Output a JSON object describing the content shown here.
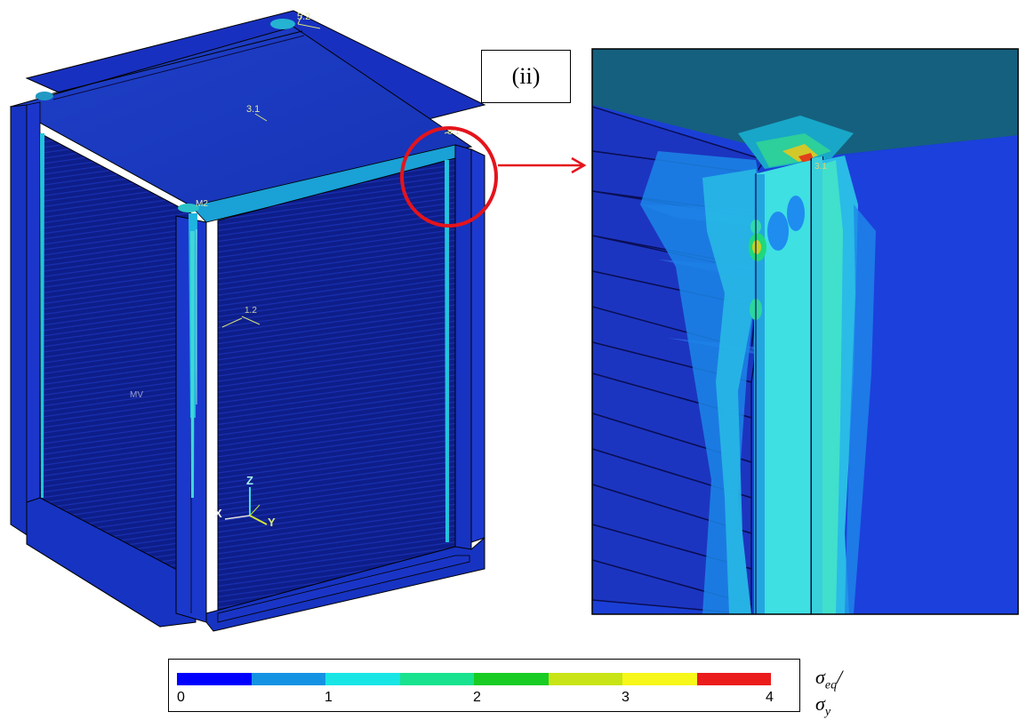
{
  "panel_tag": "(ii)",
  "model_labels": {
    "top_small": "5.2",
    "top_face": "3.1",
    "top_right": "3.1",
    "mid_left": "M2",
    "center": "1.2",
    "side": "MV",
    "zoom_marker": "3.1"
  },
  "axis_triad": {
    "z": "Z",
    "y": "Y",
    "x": "X"
  },
  "colors": {
    "model_blue": "#1a34c8",
    "model_dark": "#0c1a7a",
    "stiffener_cyan": "#19a6d6",
    "callout_red": "#e4141c"
  },
  "legend": {
    "title_main": "σ",
    "title_sub1": "eq",
    "title_sep": "/σ",
    "title_sub2": "y",
    "ticks": [
      "0",
      "1",
      "2",
      "3",
      "4"
    ],
    "band_colors": [
      "#0000ff",
      "#1593e3",
      "#19e5e5",
      "#18e28e",
      "#18cc24",
      "#c8e416",
      "#f7f71a",
      "#ea1c1c"
    ]
  }
}
